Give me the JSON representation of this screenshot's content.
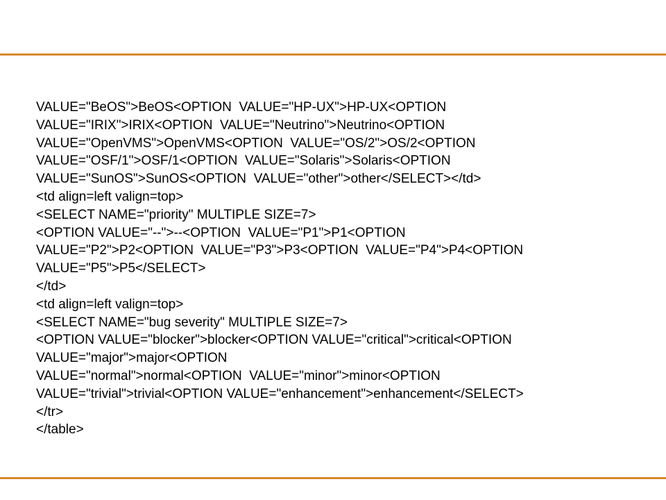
{
  "theme": {
    "rule_color": "#d9882e",
    "text_color": "#000000"
  },
  "slide": {
    "lines": [
      "VALUE=\"BeOS\">BeOS<OPTION  VALUE=\"HP-UX\">HP-UX<OPTION",
      "VALUE=\"IRIX\">IRIX<OPTION  VALUE=\"Neutrino\">Neutrino<OPTION",
      "VALUE=\"OpenVMS\">OpenVMS<OPTION  VALUE=\"OS/2\">OS/2<OPTION",
      "VALUE=\"OSF/1\">OSF/1<OPTION  VALUE=\"Solaris\">Solaris<OPTION",
      "VALUE=\"SunOS\">SunOS<OPTION  VALUE=\"other\">other</SELECT></td>",
      "<td align=left valign=top>",
      "<SELECT NAME=\"priority\" MULTIPLE SIZE=7>",
      "<OPTION VALUE=\"--\">--<OPTION  VALUE=\"P1\">P1<OPTION",
      "VALUE=\"P2\">P2<OPTION  VALUE=\"P3\">P3<OPTION  VALUE=\"P4\">P4<OPTION",
      "VALUE=\"P5\">P5</SELECT>",
      "</td>",
      "<td align=left valign=top>",
      "<SELECT NAME=\"bug severity\" MULTIPLE SIZE=7>",
      "<OPTION VALUE=\"blocker\">blocker<OPTION VALUE=\"critical\">critical<OPTION",
      "VALUE=\"major\">major<OPTION",
      "VALUE=\"normal\">normal<OPTION  VALUE=\"minor\">minor<OPTION",
      "VALUE=\"trivial\">trivial<OPTION VALUE=\"enhancement\">enhancement</SELECT>",
      "</tr>",
      "</table>"
    ]
  }
}
